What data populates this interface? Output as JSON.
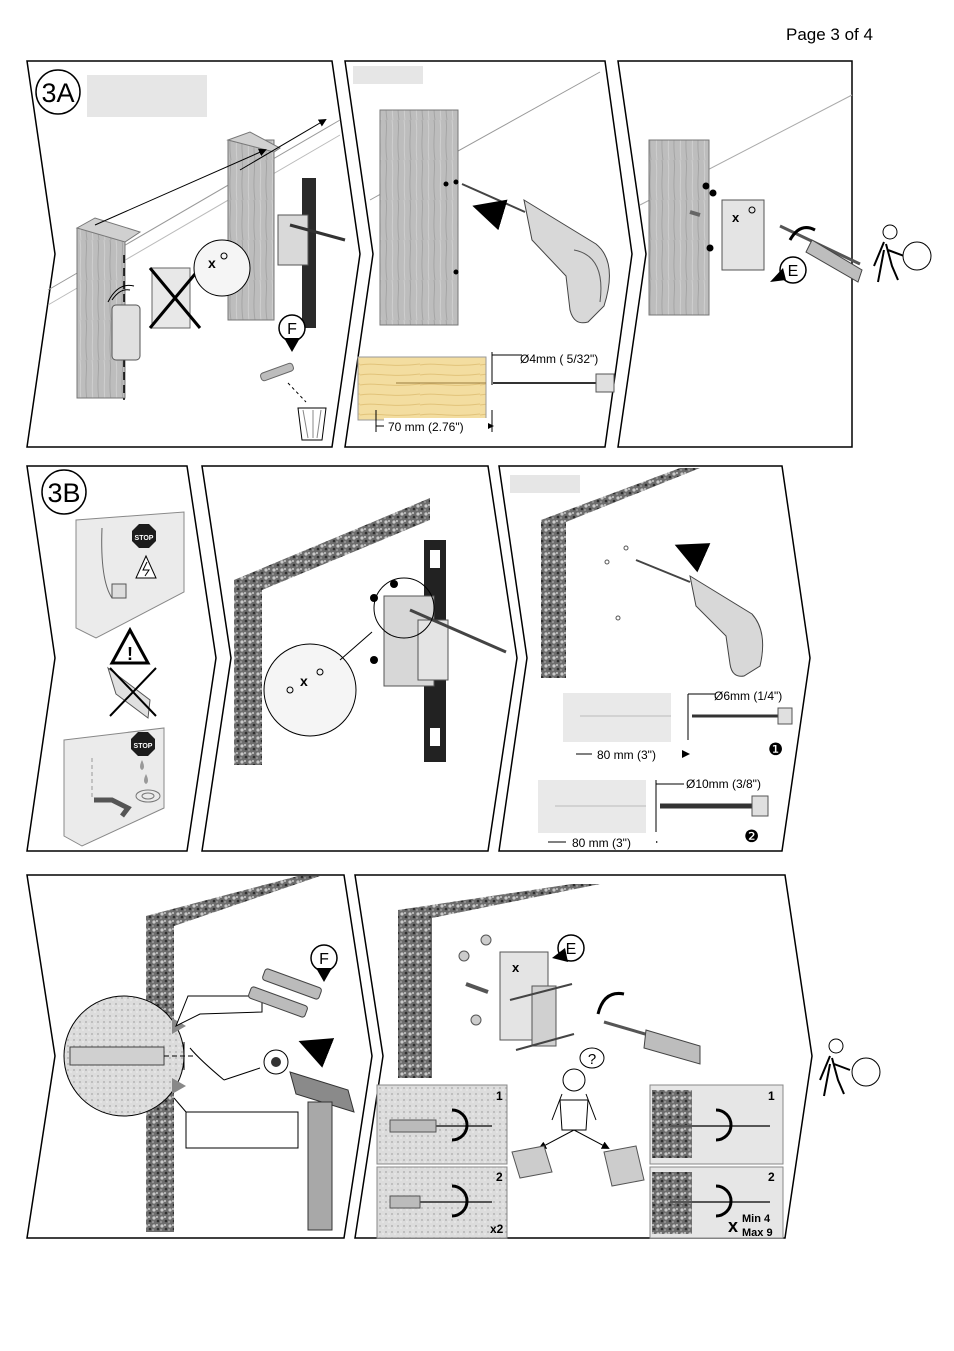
{
  "header": {
    "page_label": "Page 3 of 4"
  },
  "section_3a": {
    "step_label": "3A",
    "drill_diameter": "Ø4mm ( 5/32\")",
    "drill_depth": "70  mm (2.76\")",
    "callout_f": "F",
    "callout_e": "E"
  },
  "section_3b": {
    "step_label": "3B",
    "stop_sign_1": "STOP",
    "stop_sign_2": "STOP",
    "drill_1_diameter": "Ø6mm (1/4\")",
    "drill_1_depth": "80  mm (3\")",
    "drill_1_number": "❶",
    "drill_2_diameter": "Ø10mm (3/8\")",
    "drill_2_depth": "80  mm (3\")",
    "drill_2_number": "❷"
  },
  "section_bottom": {
    "callout_f": "F",
    "callout_e": "E",
    "question_mark": "?",
    "hollow_step_1": "1",
    "hollow_step_2": "2",
    "hollow_count": "x2",
    "block_step_1": "1",
    "block_step_2": "2",
    "block_min": "Min 4",
    "block_max": "Max 9",
    "block_x": "x"
  }
}
